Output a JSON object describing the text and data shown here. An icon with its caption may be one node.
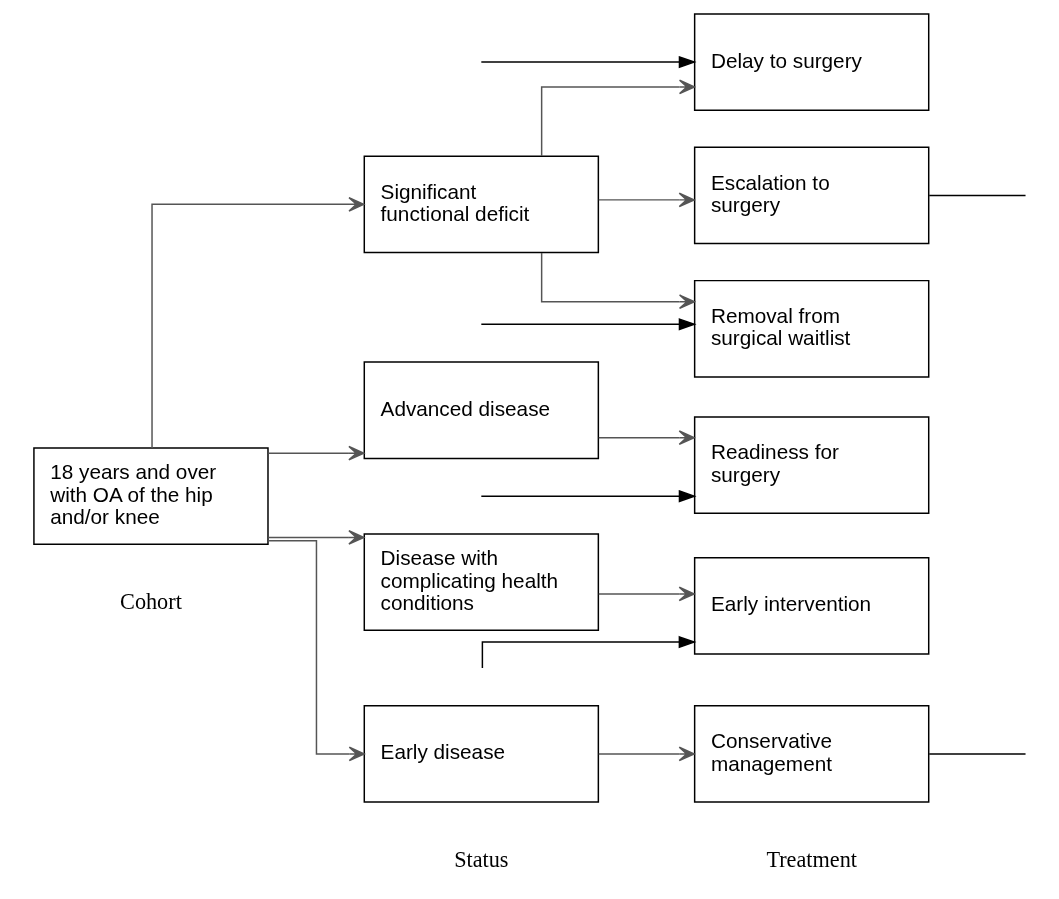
{
  "diagram": {
    "nodes": [
      {
        "text": [
          "18 years and over with OA of the hip and/or knee"
        ]
      },
      {
        "text": [
          "Significant functional deficit"
        ]
      },
      {
        "text": [
          "Advanced disease"
        ]
      },
      {
        "text": [
          "Disease with complicating health conditions"
        ]
      },
      {
        "text": [
          "Early disease"
        ]
      },
      {
        "text": [
          "Escalation to surgery"
        ]
      },
      {
        "text": [
          "Readiness for surgery"
        ]
      },
      {
        "text": [
          "Delay to surgery"
        ]
      },
      {
        "text": [
          "Removal from surgical waitlist"
        ]
      },
      {
        "text": [
          "Early intervention"
        ]
      },
      {
        "text": [
          "Conservative management"
        ]
      }
    ],
    "edges": [
      {
        "from": 0,
        "to": 1,
        "arrow": "to"
      },
      {
        "from": 0,
        "to": 2,
        "arrow": "to"
      },
      {
        "from": 0,
        "to": 3,
        "arrow": "to"
      },
      {
        "from": 0,
        "to": 4,
        "arrow": "to"
      },
      {
        "from": 1,
        "to": 5,
        "arrow": "to"
      },
      {
        "from": 1,
        "to": 7,
        "arrow": "to"
      },
      {
        "from": 1,
        "to": 8,
        "arrow": "to"
      },
      {
        "from": 2,
        "to": 6,
        "arrow": "to"
      },
      {
        "from": 3,
        "to": 9,
        "arrow": "to"
      },
      {
        "from": 4,
        "to": 10,
        "arrow": "to"
      },
      {
        "from": 5,
        "to": null,
        "arrow": "none",
        "color": "#000000"
      },
      {
        "from": null,
        "to": 6,
        "arrow": "to",
        "color": "#000000"
      },
      {
        "from": null,
        "to": 7,
        "arrow": "to",
        "color": "#000000"
      },
      {
        "from": null,
        "to": 8,
        "arrow": "to",
        "color": "#000000"
      },
      {
        "from": null,
        "to": 9,
        "arrow": "to",
        "color": "#000000"
      },
      {
        "from": 10,
        "to": null,
        "arrow": "none",
        "color": "#000000"
      }
    ],
    "labels": [
      "Cohort",
      "Status",
      "Treatment"
    ]
  }
}
